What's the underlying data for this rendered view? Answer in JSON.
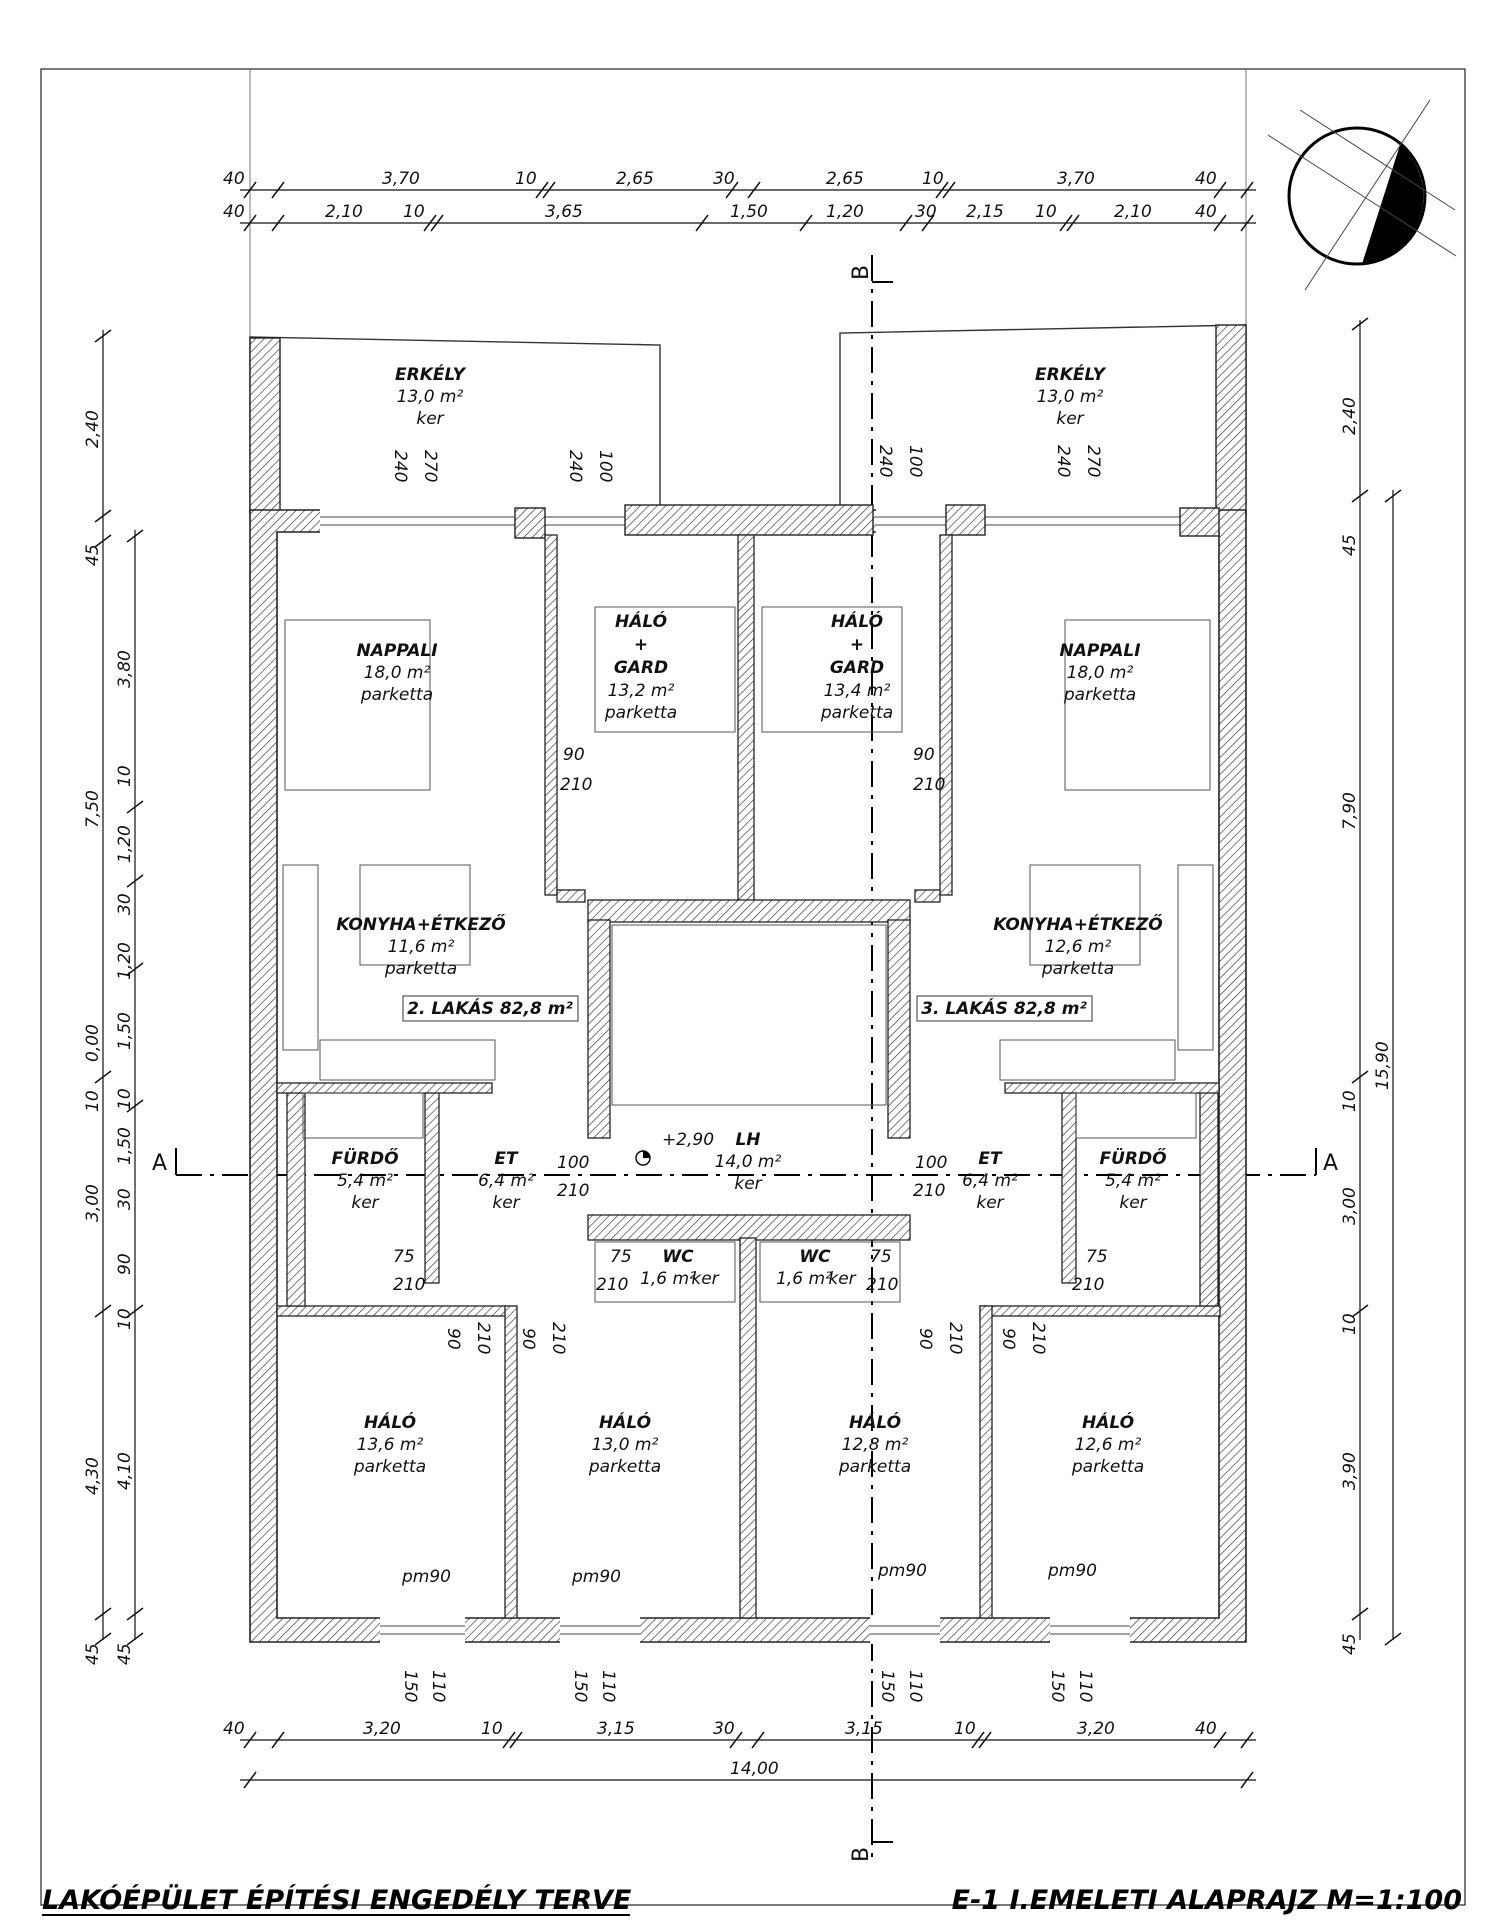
{
  "title_left": "LAKÓÉPÜLET ÉPÍTÉSI ENGEDÉLY TERVE",
  "title_right": "E-1  I.EMELETI ALAPRAJZ M=1:100",
  "section_labels": {
    "a_left": "A",
    "a_right": "A",
    "b_top": "B",
    "b_bottom": "B"
  },
  "top_dims_row1": [
    "40",
    "3,70",
    "10",
    "2,65",
    "30",
    "2,65",
    "10",
    "3,70",
    "40"
  ],
  "top_dims_row2": [
    "40",
    "2,10",
    "10",
    "3,65",
    "1,50",
    "1,20",
    "30",
    "2,15",
    "10",
    "2,10",
    "40"
  ],
  "bottom_dims": [
    "40",
    "3,20",
    "10",
    "3,15",
    "30",
    "3,15",
    "10",
    "3,20",
    "40"
  ],
  "bottom_total": "14,00",
  "left_dims_outer": [
    "2,40",
    "45",
    "7,50",
    "10",
    "4,30",
    "45"
  ],
  "left_dims_inner": [
    "3,80",
    "10",
    "1,20",
    "30",
    "1,20",
    "0,00",
    "1,50",
    "10",
    "1,50",
    "3,00",
    "30",
    "90",
    "10",
    "4,10",
    "45"
  ],
  "right_dims": [
    "2,40",
    "45",
    "7,90",
    "15,90",
    "10",
    "3,00",
    "10",
    "3,90",
    "45"
  ],
  "units": [
    "2. LAKÁS 82,8 m²",
    "3. LAKÁS 82,8 m²"
  ],
  "rooms": {
    "erkely_l": {
      "name": "ERKÉLY",
      "area": "13,0 m²",
      "floor": "ker"
    },
    "erkely_r": {
      "name": "ERKÉLY",
      "area": "13,0 m²",
      "floor": "ker"
    },
    "nappali_l": {
      "name": "NAPPALI",
      "area": "18,0 m²",
      "floor": "parketta"
    },
    "nappali_r": {
      "name": "NAPPALI",
      "area": "18,0 m²",
      "floor": "parketta"
    },
    "halo_gard_l": {
      "name1": "HÁLÓ",
      "name2": "+",
      "name3": "GARD",
      "area": "13,2 m²",
      "floor": "parketta"
    },
    "halo_gard_r": {
      "name1": "HÁLÓ",
      "name2": "+",
      "name3": "GARD",
      "area": "13,4 m²",
      "floor": "parketta"
    },
    "konyha_l": {
      "name": "KONYHA+ÉTKEZŐ",
      "area": "11,6 m²",
      "floor": "parketta"
    },
    "konyha_r": {
      "name": "KONYHA+ÉTKEZŐ",
      "area": "12,6 m²",
      "floor": "parketta"
    },
    "furdo_l": {
      "name": "FÜRDŐ",
      "area": "5,4 m²",
      "floor": "ker"
    },
    "furdo_r": {
      "name": "FÜRDŐ",
      "area": "5,4 m²",
      "floor": "ker"
    },
    "et_l": {
      "name": "ET",
      "area": "6,4 m²",
      "floor": "ker"
    },
    "et_r": {
      "name": "ET",
      "area": "6,4 m²",
      "floor": "ker"
    },
    "lh": {
      "level": "+2,90",
      "name": "LH",
      "area": "14,0 m²",
      "floor": "ker"
    },
    "wc_l": {
      "name": "WC",
      "area": "1,6 m²",
      "floor": "ker"
    },
    "wc_r": {
      "name": "WC",
      "area": "1,6 m²",
      "floor": "ker"
    },
    "halo1": {
      "name": "HÁLÓ",
      "area": "13,6 m²",
      "floor": "parketta"
    },
    "halo2": {
      "name": "HÁLÓ",
      "area": "13,0 m²",
      "floor": "parketta"
    },
    "halo3": {
      "name": "HÁLÓ",
      "area": "12,8 m²",
      "floor": "parketta"
    },
    "halo4": {
      "name": "HÁLÓ",
      "area": "12,6 m²",
      "floor": "parketta"
    }
  },
  "door_labels": {
    "d90": "90",
    "d210": "210",
    "d100": "100",
    "d75": "75",
    "d240": "240",
    "d270": "270",
    "d150": "150",
    "d110": "110",
    "pm90": "pm90"
  }
}
